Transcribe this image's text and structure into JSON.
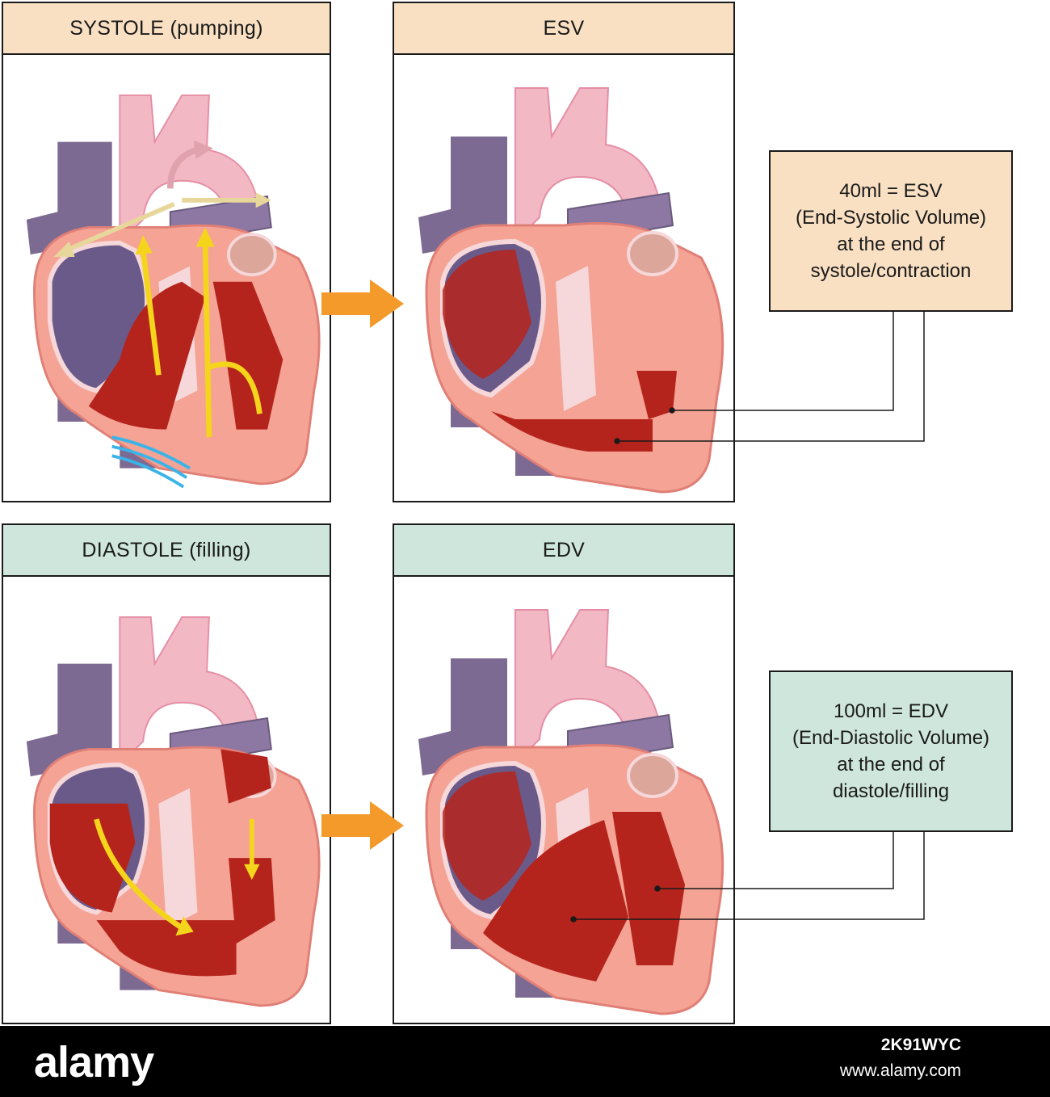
{
  "panels": {
    "systole": {
      "title": "SYSTOLE (pumping)"
    },
    "esv": {
      "title": "ESV"
    },
    "diastole": {
      "title": "DIASTOLE (filling)"
    },
    "edv": {
      "title": "EDV"
    }
  },
  "callouts": {
    "esv": {
      "lines": [
        "40ml = ESV",
        "(End-Systolic Volume)",
        "at the end of",
        "systole/contraction"
      ]
    },
    "edv": {
      "lines": [
        "100ml = EDV",
        "(End-Diastolic Volume)",
        "at the end of",
        "diastole/filling"
      ]
    }
  },
  "footer": {
    "brand": "alamy",
    "image_id": "2K91WYC",
    "site": "www.alamy.com"
  },
  "colors": {
    "systole_header": "#f9e0c3",
    "diastole_header": "#cfe6dd",
    "arrow": "#f39a2b",
    "blood": "#b5241c",
    "vein_purple": "#7d6a92",
    "artery_pink": "#f2b8c4",
    "flow_arrow": "#f5d51c",
    "muscle": "#f4a394"
  }
}
